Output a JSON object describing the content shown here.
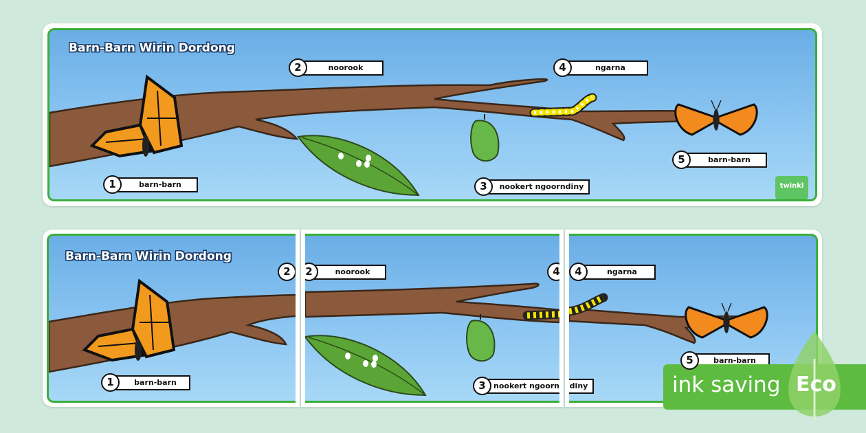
{
  "title": "Barn-Barn Wirin Dordong",
  "stages": [
    {
      "num": "1",
      "label": "barn-barn"
    },
    {
      "num": "2",
      "label": "noorook"
    },
    {
      "num": "3",
      "label": "nookert ngoorndiny"
    },
    {
      "num": "4",
      "label": "ngarna"
    },
    {
      "num": "5",
      "label": "barn-barn"
    }
  ],
  "seg_partial_label_3": "diny",
  "logo_text": "twinkl",
  "eco_badge": {
    "text": "ink saving",
    "word": "Eco"
  },
  "colors": {
    "background": "#cfe9dc",
    "frame": "#3aae3a",
    "sky_top": "#6aaee6",
    "sky_bottom": "#a7d8f6",
    "branch": "#8b5a3c",
    "eco_green": "#5dbb3f"
  }
}
